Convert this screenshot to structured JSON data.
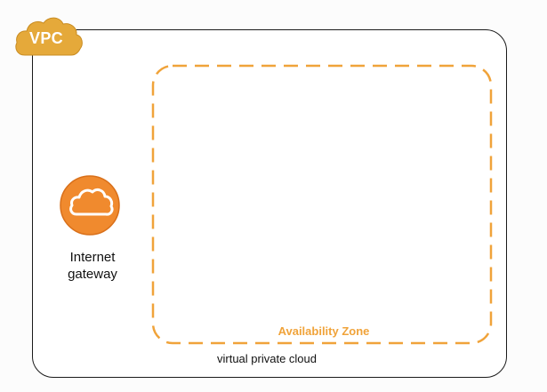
{
  "vpc": {
    "badge_label": "VPC",
    "caption": "virtual private cloud",
    "badge_color": "#e5a93a"
  },
  "availability_zone": {
    "label": "Availability Zone",
    "color": "#f0a33a"
  },
  "internet_gateway": {
    "label_line1": "Internet",
    "label_line2": "gateway",
    "icon": "cloud-icon",
    "icon_color": "#f08a2e"
  }
}
